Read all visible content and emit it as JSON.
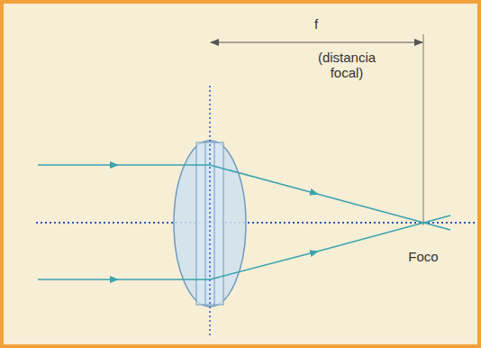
{
  "diagram": {
    "labels": [
      "f",
      "(distancia focal)",
      "Foco"
    ]
  }
}
